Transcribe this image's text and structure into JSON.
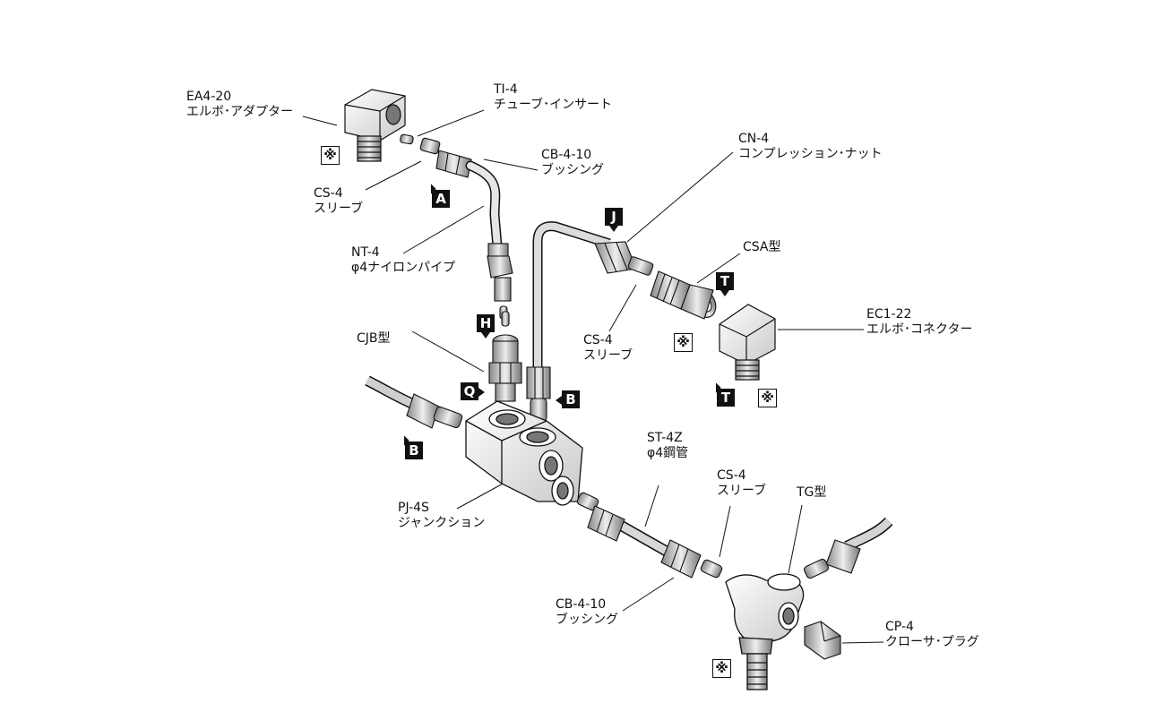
{
  "labels": {
    "ea4_20": {
      "code": "EA4-20",
      "name": "エルボ･アダプター"
    },
    "ti_4": {
      "code": "TI-4",
      "name": "チューブ･インサート"
    },
    "cb_4_10_top": {
      "code": "CB-4-10",
      "name": "ブッシング"
    },
    "cs_4_left": {
      "code": "CS-4",
      "name": "スリーブ"
    },
    "nt_4": {
      "code": "NT-4",
      "name": "φ4ナイロンパイプ"
    },
    "cn_4": {
      "code": "CN-4",
      "name": "コンプレッション･ナット"
    },
    "csa": {
      "code": "CSA型"
    },
    "ec1_22": {
      "code": "EC1-22",
      "name": "エルボ･コネクター"
    },
    "cs_4_mid": {
      "code": "CS-4",
      "name": "スリーブ"
    },
    "cjb": {
      "code": "CJB型"
    },
    "st_4z": {
      "code": "ST-4Z",
      "name": "φ4鋼管"
    },
    "cs_4_lower": {
      "code": "CS-4",
      "name": "スリーブ"
    },
    "tg": {
      "code": "TG型"
    },
    "pj_4s": {
      "code": "PJ-4S",
      "name": "ジャンクション"
    },
    "cb_4_10_bottom": {
      "code": "CB-4-10",
      "name": "ブッシング"
    },
    "cp_4": {
      "code": "CP-4",
      "name": "クローサ･プラグ"
    }
  },
  "tags": {
    "a": "A",
    "j": "J",
    "h": "H",
    "q": "Q",
    "b_center": "B",
    "b_left": "B",
    "t_top": "T",
    "t_bottom": "T"
  },
  "marks": {
    "symbol": "※"
  }
}
